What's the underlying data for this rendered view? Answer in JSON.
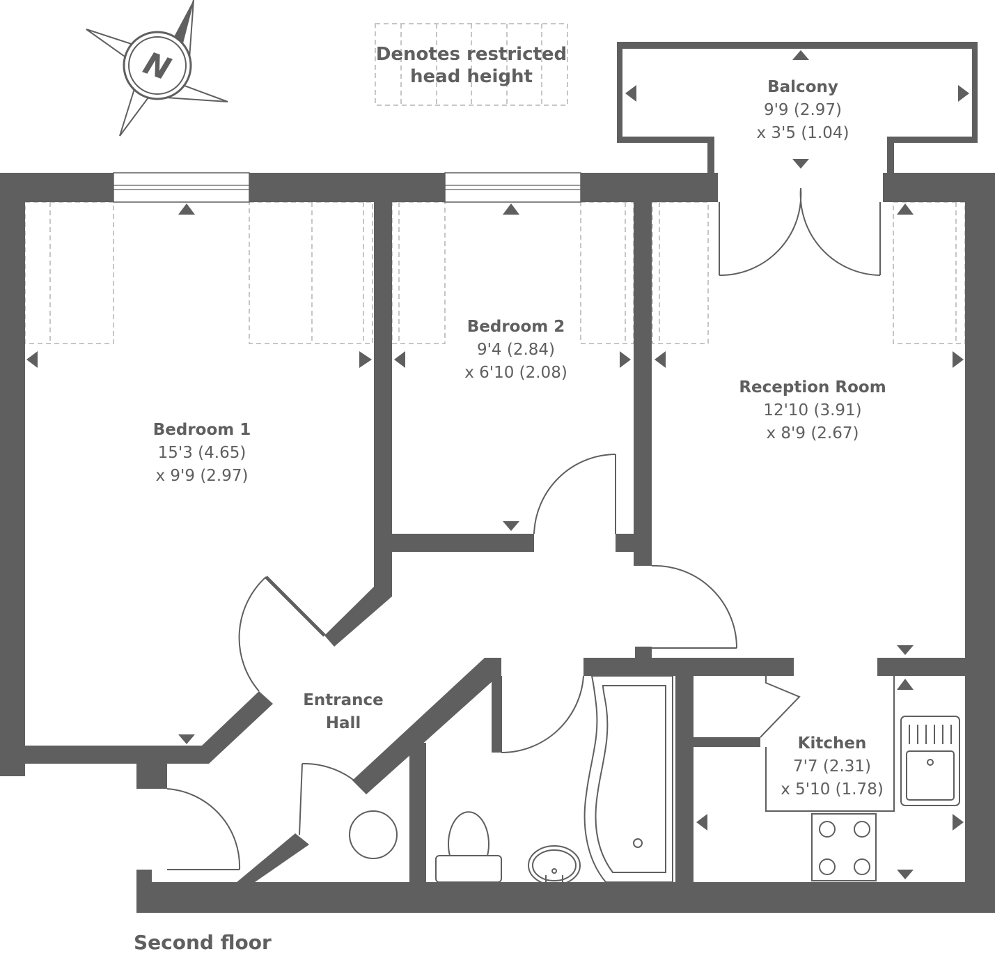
{
  "compass": {
    "letter": "N",
    "icon": "compass-north-icon"
  },
  "legend": {
    "line1": "Denotes restricted",
    "line2": "head height"
  },
  "rooms": {
    "balcony": {
      "name": "Balcony",
      "dim1": "9'9 (2.97)",
      "dim2": "x 3'5 (1.04)"
    },
    "bedroom2": {
      "name": "Bedroom 2",
      "dim1": "9'4 (2.84)",
      "dim2": "x 6'10 (2.08)"
    },
    "reception": {
      "name": "Reception Room",
      "dim1": "12'10 (3.91)",
      "dim2": "x 8'9 (2.67)"
    },
    "bedroom1": {
      "name": "Bedroom 1",
      "dim1": "15'3 (4.65)",
      "dim2": "x 9'9 (2.97)"
    },
    "hall": {
      "name1": "Entrance",
      "name2": "Hall"
    },
    "kitchen": {
      "name": "Kitchen",
      "dim1": "7'7 (2.31)",
      "dim2": "x 5'10 (1.78)"
    }
  },
  "floor_label": "Second floor",
  "colors": {
    "wall": "#5f5f5f",
    "restricted": "#b4b4b4",
    "background": "#ffffff"
  }
}
